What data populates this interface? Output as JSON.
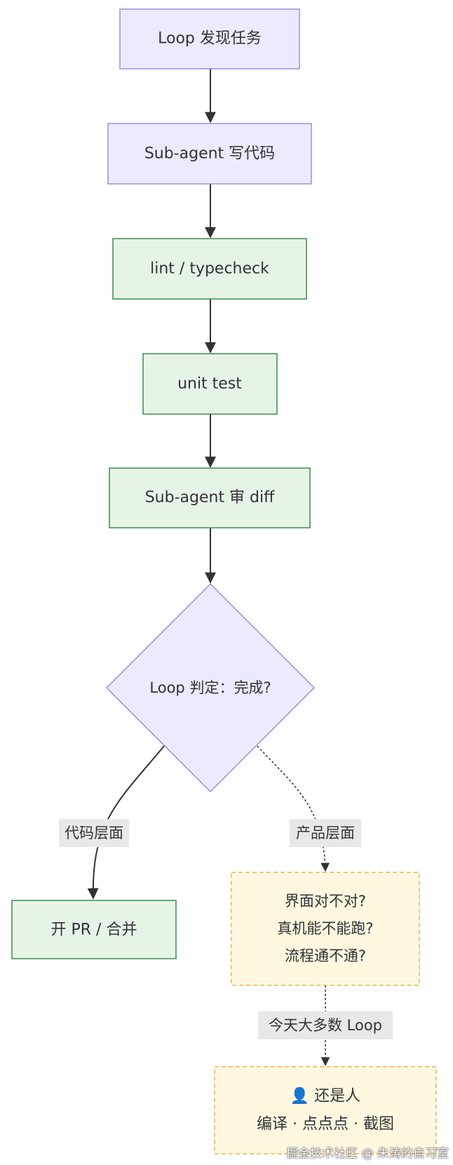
{
  "nodes": {
    "find_task": {
      "label": "Loop 发现任务"
    },
    "write_code": {
      "label": "Sub-agent 写代码"
    },
    "lint": {
      "label": "lint / typecheck"
    },
    "unit_test": {
      "label": "unit test"
    },
    "review": {
      "label": "Sub-agent 审 diff"
    },
    "decide": {
      "label": "Loop 判定：完成?"
    },
    "merge": {
      "label": "开 PR / 合并"
    },
    "product_check": {
      "lines": [
        "界面对不对?",
        "真机能不能跑?",
        "流程通不通?"
      ]
    },
    "human": {
      "icon": "person-icon",
      "lines": [
        "👤 还是人",
        "编译 · 点点点 · 截图"
      ]
    }
  },
  "edges": {
    "code_level": {
      "label": "代码层面"
    },
    "product_level": {
      "label": "产品层面"
    },
    "today_loop": {
      "label": "今天大多数 Loop"
    }
  },
  "colors": {
    "purple_fill": "#ECEAFE",
    "purple_stroke": "#9B8FD8",
    "green_fill": "#E6F4E6",
    "green_stroke": "#3E8B4E",
    "yellow_fill": "#FFF7E0",
    "yellow_stroke": "#F0B24E",
    "edge": "#333333",
    "label_bg": "#E8E8E8"
  },
  "watermark": "掘金技术社区 @ 朱涛的自习室"
}
